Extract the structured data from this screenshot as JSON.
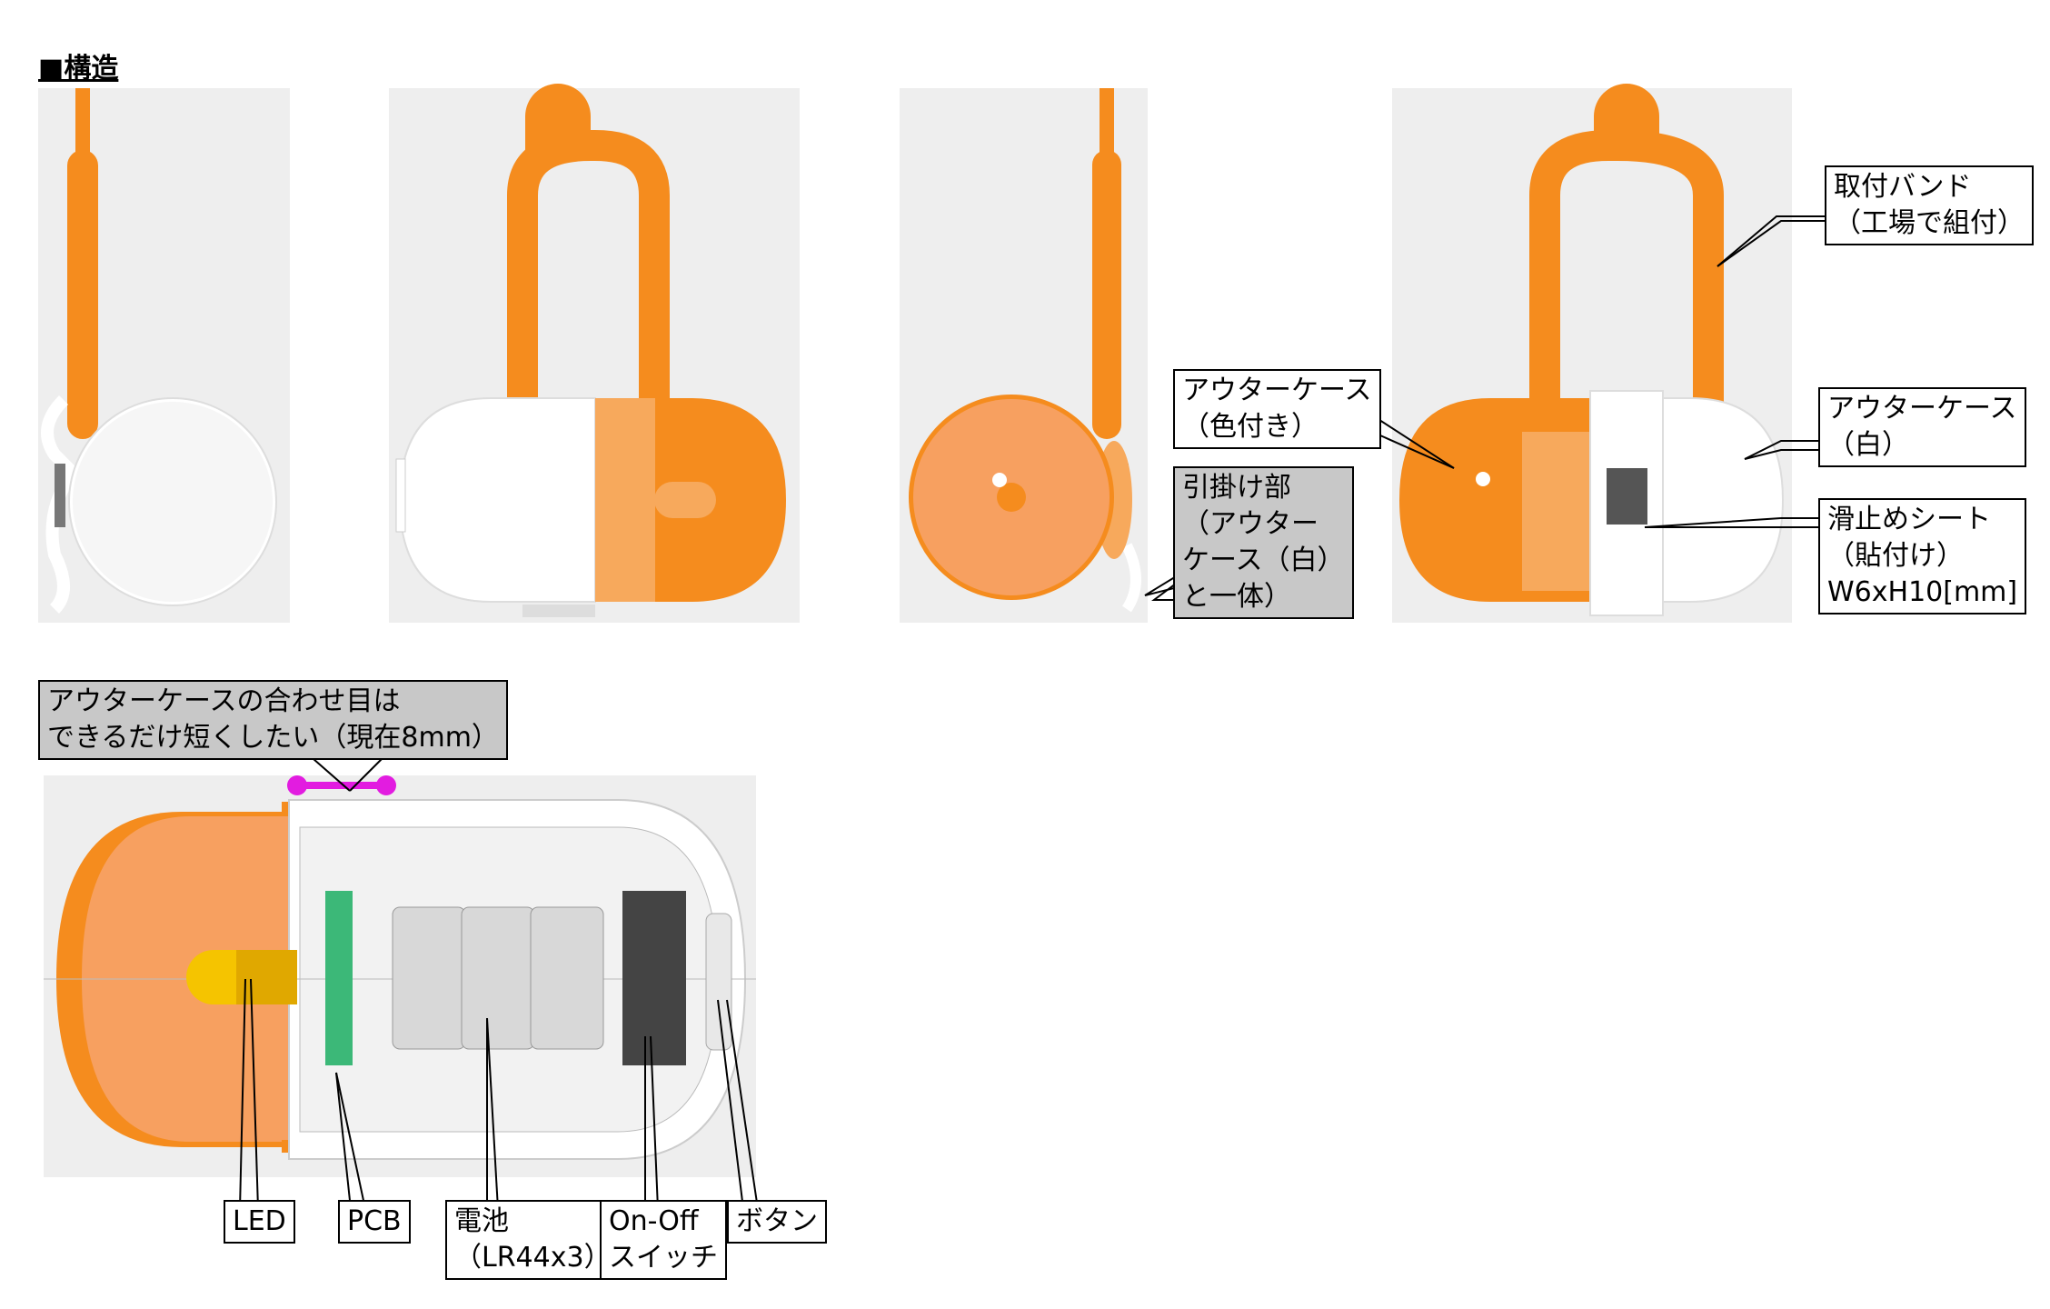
{
  "title": "■構造",
  "colors": {
    "orange": "#f58c1e",
    "orange_light": "#f7a95c",
    "white": "#ffffff",
    "panel": "#eeeeee",
    "pcb": "#3cb878",
    "led": "#f5c400",
    "pink": "#e21ce0",
    "dark": "#333333"
  },
  "callouts": {
    "band": "取付バンド\n（工場で組付）",
    "outer_colored": "アウターケース\n（色付き）",
    "hook": "引掛け部\n（アウター\nケース（白）\nと一体）",
    "outer_white": "アウターケース\n（白）",
    "sheet": "滑止めシート\n（貼付け）\nW6xH10[mm]",
    "seam": "アウターケースの合わせ目は\nできるだけ短くしたい（現在8mm）"
  },
  "parts": {
    "led": "LED",
    "pcb": "PCB",
    "battery": "電池\n（LR44x3）",
    "switch": "On-Off\nスイッチ",
    "button": "ボタン"
  }
}
